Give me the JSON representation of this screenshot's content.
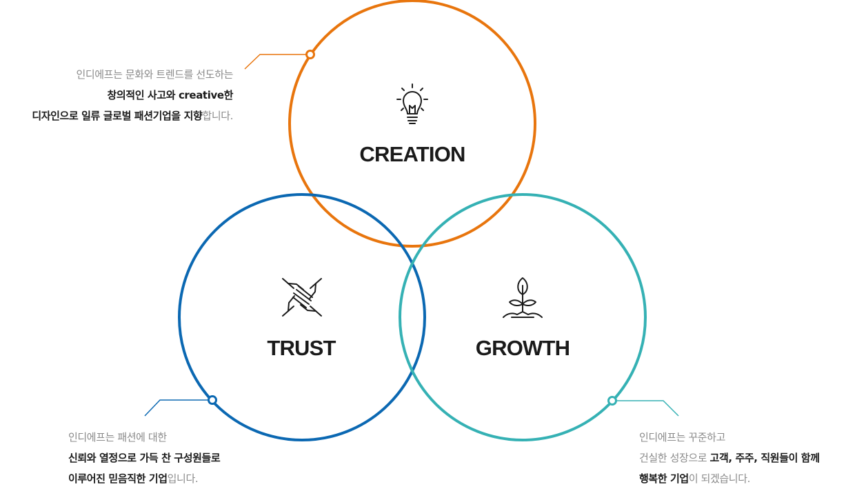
{
  "colors": {
    "creation": "#e8750d",
    "trust": "#0b68b2",
    "growth": "#35b1b4",
    "icon": "#1a1a1a"
  },
  "circles": {
    "creation": {
      "title": "CREATION",
      "icon": "lightbulb-icon",
      "desc_line1": "인디에프는 문화와 트렌드를 선도하는",
      "desc_line2": "창의적인 사고와 creative한",
      "desc_line3_bold": "디자인으로 일류 글로벌 패션기업을 지향",
      "desc_line3_rest": "합니다."
    },
    "trust": {
      "title": "TRUST",
      "icon": "joined-hands-icon",
      "desc_line1": "인디에프는 패션에 대한",
      "desc_line2": "신뢰와 열정으로 가득 찬 구성원들로",
      "desc_line3_bold": "이루어진 믿음직한 기업",
      "desc_line3_rest": "입니다."
    },
    "growth": {
      "title": "GROWTH",
      "icon": "sprout-icon",
      "desc_line1": "인디에프는 꾸준하고",
      "desc_line2_plain": "건실한 성장으로 ",
      "desc_line2_bold": "고객, 주주, 직원들이 함께",
      "desc_line3_bold": "행복한 기업",
      "desc_line3_rest": "이 되겠습니다."
    }
  }
}
